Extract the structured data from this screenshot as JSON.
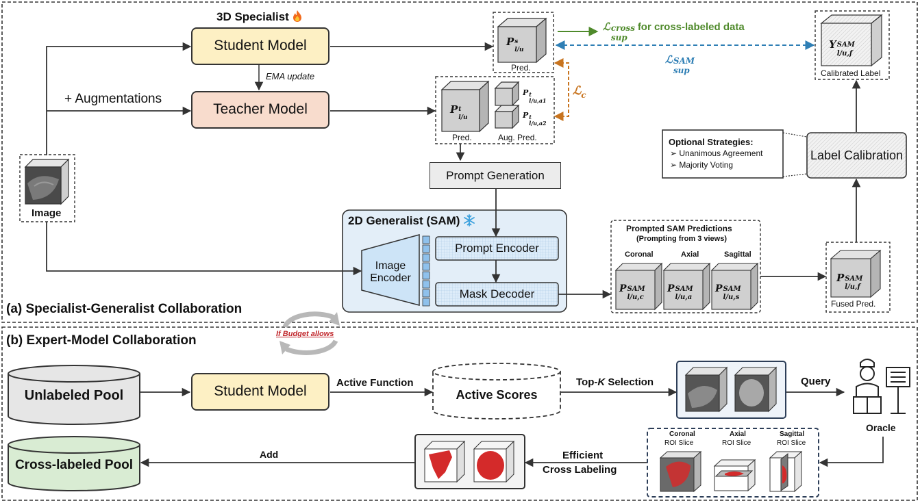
{
  "panels": {
    "a_title": "(a) Specialist-Generalist Collaboration",
    "b_title": "(b) Expert-Model Collaboration"
  },
  "specialist": {
    "title": "3D Specialist",
    "student": "Student Model",
    "teacher": "Teacher Model",
    "ema": "EMA update",
    "augmentations": "+ Augmentations",
    "image": "Image"
  },
  "predictions": {
    "student_pred": "Pred.",
    "teacher_pred": "Pred.",
    "aug_pred": "Aug. Pred.",
    "p_student": {
      "base": "P",
      "sup": "s",
      "sub": "l/u"
    },
    "p_teacher": {
      "base": "P",
      "sup": "t",
      "sub": "l/u"
    },
    "p_aug1": {
      "base": "P",
      "sup": "t",
      "sub": "l/u,a1"
    },
    "p_aug2": {
      "base": "P",
      "sup": "t",
      "sub": "l/u,a2"
    }
  },
  "losses": {
    "cross": {
      "base": "ℒ",
      "sup": "cross",
      "sub": "sup",
      "suffix": "for cross-labeled data"
    },
    "sam": {
      "base": "ℒ",
      "sup": "SAM",
      "sub": "sup"
    },
    "consistency": {
      "base": "ℒ",
      "sub": "c"
    }
  },
  "calibration": {
    "label": "Calibrated Label",
    "y": {
      "base": "Y",
      "sup": "SAM",
      "sub": "l/u,f"
    },
    "box": "Label Calibration",
    "strategies_title": "Optional Strategies:",
    "strategies": [
      "Unanimous Agreement",
      "Majority Voting"
    ]
  },
  "prompt_generation": "Prompt Generation",
  "sam": {
    "title": "2D Generalist (SAM)",
    "image_encoder": "Image Encoder",
    "prompt_encoder": "Prompt Encoder",
    "mask_decoder": "Mask Decoder"
  },
  "prompted": {
    "title": "Prompted SAM Predictions",
    "subtitle": "(Prompting from 3 views)",
    "views": [
      {
        "name": "Coronal",
        "base": "P",
        "sup": "SAM",
        "sub": "l/u,c"
      },
      {
        "name": "Axial",
        "base": "P",
        "sup": "SAM",
        "sub": "l/u,a"
      },
      {
        "name": "Sagittal",
        "base": "P",
        "sup": "SAM",
        "sub": "l/u,s"
      }
    ],
    "fused": {
      "label": "Fused Pred.",
      "base": "P",
      "sup": "SAM",
      "sub": "l/u,f"
    }
  },
  "budget": "If Budget allows",
  "expert": {
    "unlabeled_pool": "Unlabeled Pool",
    "student": "Student Model",
    "active_function": "Active Function",
    "active_scores": "Active Scores",
    "topk_prefix": "Top-",
    "topk_k": "K",
    "topk_suffix": " Selection",
    "query": "Query",
    "oracle": "Oracle",
    "slices": [
      {
        "name": "Coronal",
        "label": "ROI Slice"
      },
      {
        "name": "Axial",
        "label": "ROI Slice"
      },
      {
        "name": "Sagittal",
        "label": "ROI Slice"
      }
    ],
    "efficient": "Efficient",
    "cross_labeling": "Cross Labeling",
    "add": "Add",
    "cross_pool": "Cross-labeled Pool"
  },
  "colors": {
    "student_fill": "#fdf0c4",
    "teacher_fill": "#f8dccd",
    "sam_panel": "#e3eef8",
    "sam_blue": "#cde4f7",
    "cross_green": "#4f8a2b",
    "sam_loss_blue": "#2f7fb5",
    "consistency_orange": "#c8741f",
    "pool_gray": "#e6e6e6",
    "pool_green": "#d9ecd3",
    "mask_red": "#d42a2a"
  }
}
